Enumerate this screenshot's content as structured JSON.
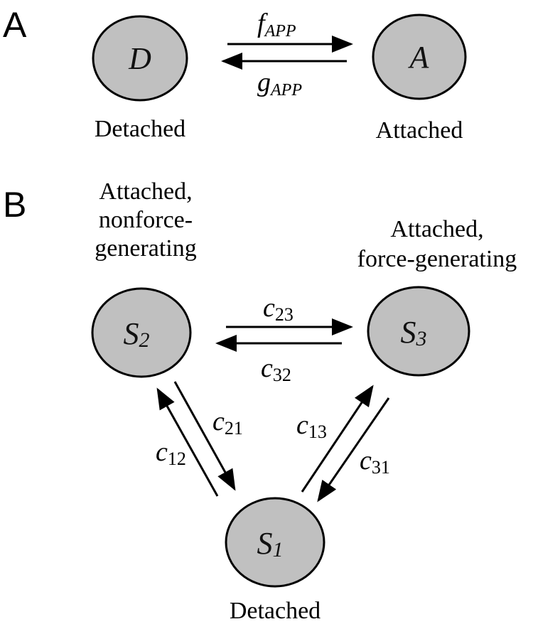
{
  "panel_a": {
    "label": "A",
    "states": [
      {
        "symbol": "D",
        "caption": "Detached"
      },
      {
        "symbol": "A",
        "caption": "Attached"
      }
    ],
    "forward_rate": {
      "base": "f",
      "sub": "APP"
    },
    "backward_rate": {
      "base": "g",
      "sub": "APP"
    }
  },
  "panel_b": {
    "label": "B",
    "states": [
      {
        "symbol": "S",
        "sub": "2",
        "caption_lines": [
          "Attached,",
          "nonforce-",
          "generating"
        ]
      },
      {
        "symbol": "S",
        "sub": "3",
        "caption_lines": [
          "Attached,",
          "force-generating"
        ]
      },
      {
        "symbol": "S",
        "sub": "1",
        "caption_lines": [
          "Detached"
        ]
      }
    ],
    "rates": {
      "c23": {
        "base": "c",
        "sub": "23"
      },
      "c32": {
        "base": "c",
        "sub": "32"
      },
      "c21": {
        "base": "c",
        "sub": "21"
      },
      "c12": {
        "base": "c",
        "sub": "12"
      },
      "c13": {
        "base": "c",
        "sub": "13"
      },
      "c31": {
        "base": "c",
        "sub": "31"
      }
    }
  },
  "colors": {
    "node_fill": "#c0c0c0",
    "stroke": "#000000"
  }
}
